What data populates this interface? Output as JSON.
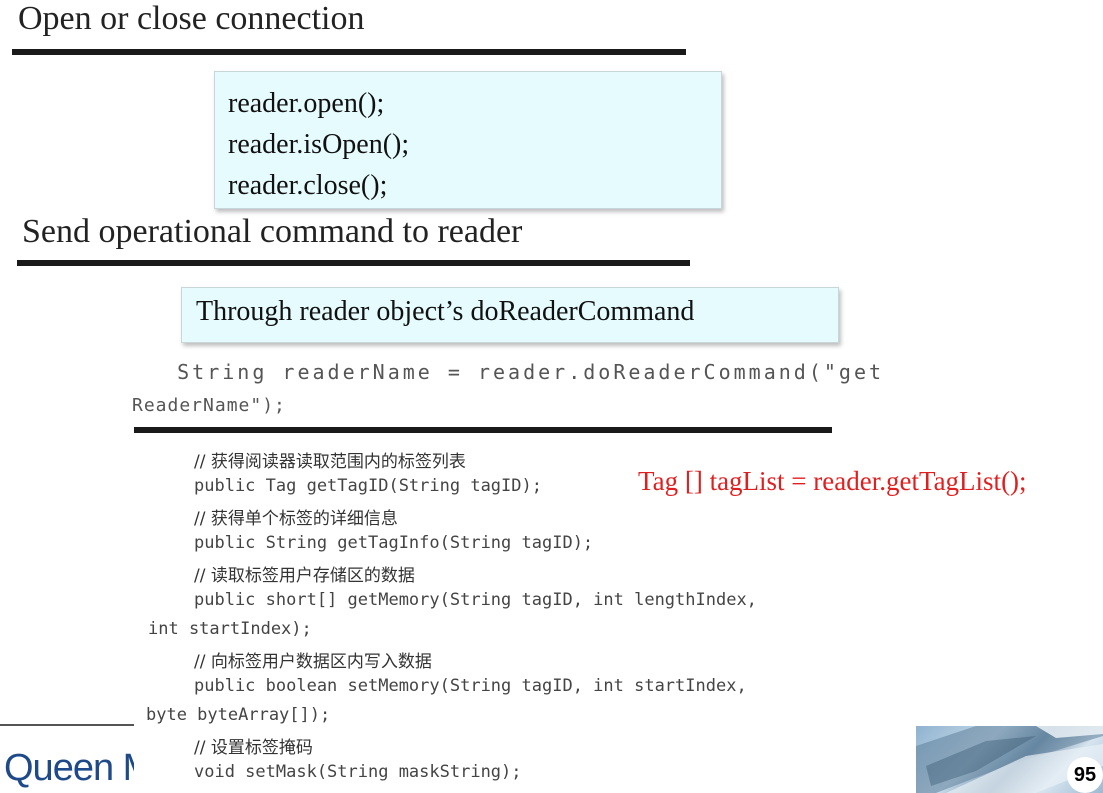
{
  "section1": {
    "heading": "Open or close connection",
    "code_lines": [
      "reader.open();",
      "reader.isOpen();",
      "reader.close();"
    ]
  },
  "section2": {
    "heading": "Send operational command to reader",
    "callout": "Through reader object’s doReaderCommand",
    "code_line1": "   String readerName = reader.doReaderCommand(\"get",
    "code_line2": "ReaderName\");"
  },
  "api": {
    "comment1": "// 获得阅读器读取范围内的标签列表",
    "code1": "public Tag getTagID(String tagID);",
    "red_note": "Tag [] tagList = reader.getTagList();",
    "comment2": "// 获得单个标签的详细信息",
    "code2": "public String getTagInfo(String tagID);",
    "comment3": "// 读取标签用户存储区的数据",
    "code3a": "public short[] getMemory(String tagID, int lengthIndex,",
    "code3b": "int startIndex);",
    "comment4": "// 向标签用户数据区内写入数据",
    "code4a": "public boolean setMemory(String tagID, int startIndex,",
    "code4b": "byte byteArray[]);",
    "comment5": "// 设置标签掩码",
    "code5": "void setMask(String maskString);"
  },
  "footer": {
    "brand": "Queen M",
    "page_number": "95"
  }
}
